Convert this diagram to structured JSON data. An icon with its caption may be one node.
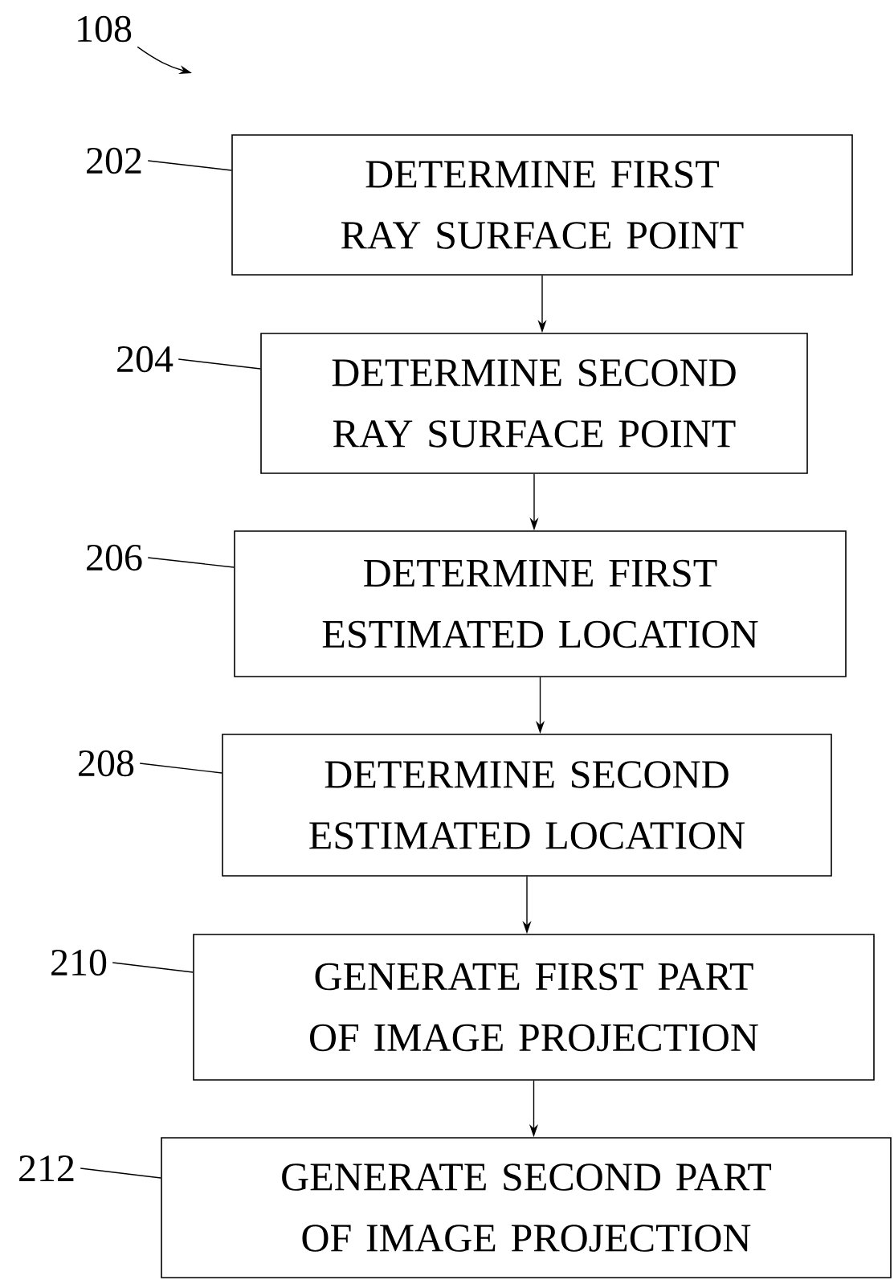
{
  "diagram": {
    "nodes": [
      {
        "text": [
          "108"
        ]
      },
      {
        "text": [
          "202"
        ]
      },
      {
        "text": [
          "DETERMINE FIRST RAY SURFACE POINT"
        ]
      },
      {
        "text": [
          "204"
        ]
      },
      {
        "text": [
          "DETERMINE SECOND RAY SURFACE POINT"
        ]
      },
      {
        "text": [
          "206"
        ]
      },
      {
        "text": [
          "DETERMINE FIRST ESTIMATED LOCATION"
        ]
      },
      {
        "text": [
          "208"
        ]
      },
      {
        "text": [
          "DETERMINE SECOND ESTIMATED LOCATION"
        ]
      },
      {
        "text": [
          "210"
        ]
      },
      {
        "text": [
          "GENERATE FIRST PART OF IMAGE PROJECTION"
        ]
      },
      {
        "text": [
          "212"
        ]
      },
      {
        "text": [
          "GENERATE SECOND PART OF IMAGE PROJECTION"
        ]
      }
    ],
    "edges": [
      {
        "from": 0,
        "to": null,
        "arrow": "to"
      },
      {
        "from": 1,
        "to": 2,
        "arrow": "none"
      },
      {
        "from": 2,
        "to": 4,
        "arrow": "to"
      },
      {
        "from": 3,
        "to": 4,
        "arrow": "none"
      },
      {
        "from": 4,
        "to": 6,
        "arrow": "to"
      },
      {
        "from": 5,
        "to": 6,
        "arrow": "none"
      },
      {
        "from": 6,
        "to": 8,
        "arrow": "to"
      },
      {
        "from": 7,
        "to": 8,
        "arrow": "none"
      },
      {
        "from": 8,
        "to": 10,
        "arrow": "to"
      },
      {
        "from": 9,
        "to": 10,
        "arrow": "none"
      },
      {
        "from": 10,
        "to": 12,
        "arrow": "to"
      },
      {
        "from": 11,
        "to": 12,
        "arrow": "none"
      }
    ]
  }
}
